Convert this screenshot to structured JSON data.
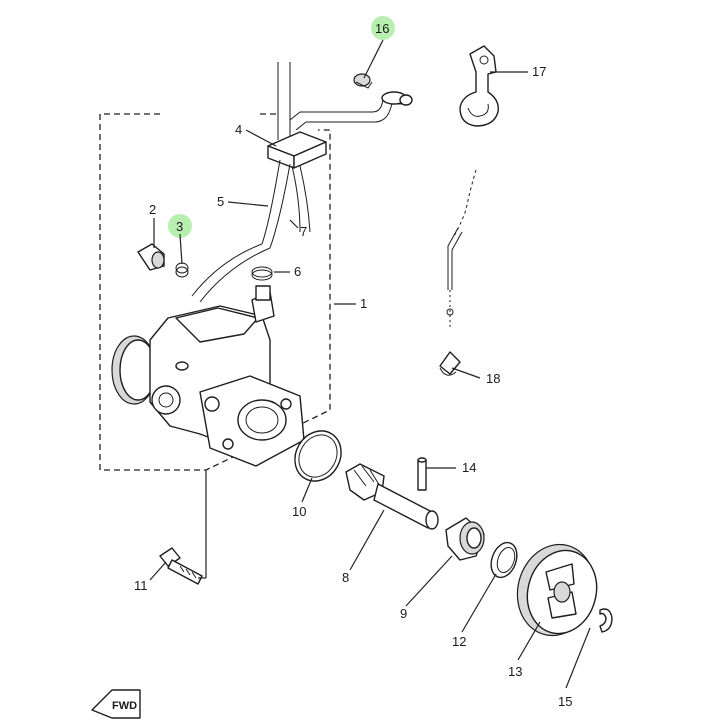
{
  "callouts": [
    {
      "id": "1",
      "label": "1"
    },
    {
      "id": "2",
      "label": "2"
    },
    {
      "id": "3",
      "label": "3"
    },
    {
      "id": "4",
      "label": "4"
    },
    {
      "id": "5",
      "label": "5"
    },
    {
      "id": "6",
      "label": "6"
    },
    {
      "id": "7",
      "label": "7"
    },
    {
      "id": "8",
      "label": "8"
    },
    {
      "id": "9",
      "label": "9"
    },
    {
      "id": "10",
      "label": "10"
    },
    {
      "id": "11",
      "label": "11"
    },
    {
      "id": "12",
      "label": "12"
    },
    {
      "id": "13",
      "label": "13"
    },
    {
      "id": "14",
      "label": "14"
    },
    {
      "id": "15",
      "label": "15"
    },
    {
      "id": "16",
      "label": "16"
    },
    {
      "id": "17",
      "label": "17"
    },
    {
      "id": "18",
      "label": "18"
    }
  ],
  "highlighted_callouts": [
    "3",
    "16"
  ],
  "fwd_badge": "FWD",
  "colors": {
    "line": "#1e1e1e",
    "highlight": "#b8efb1",
    "background": "#ffffff"
  }
}
